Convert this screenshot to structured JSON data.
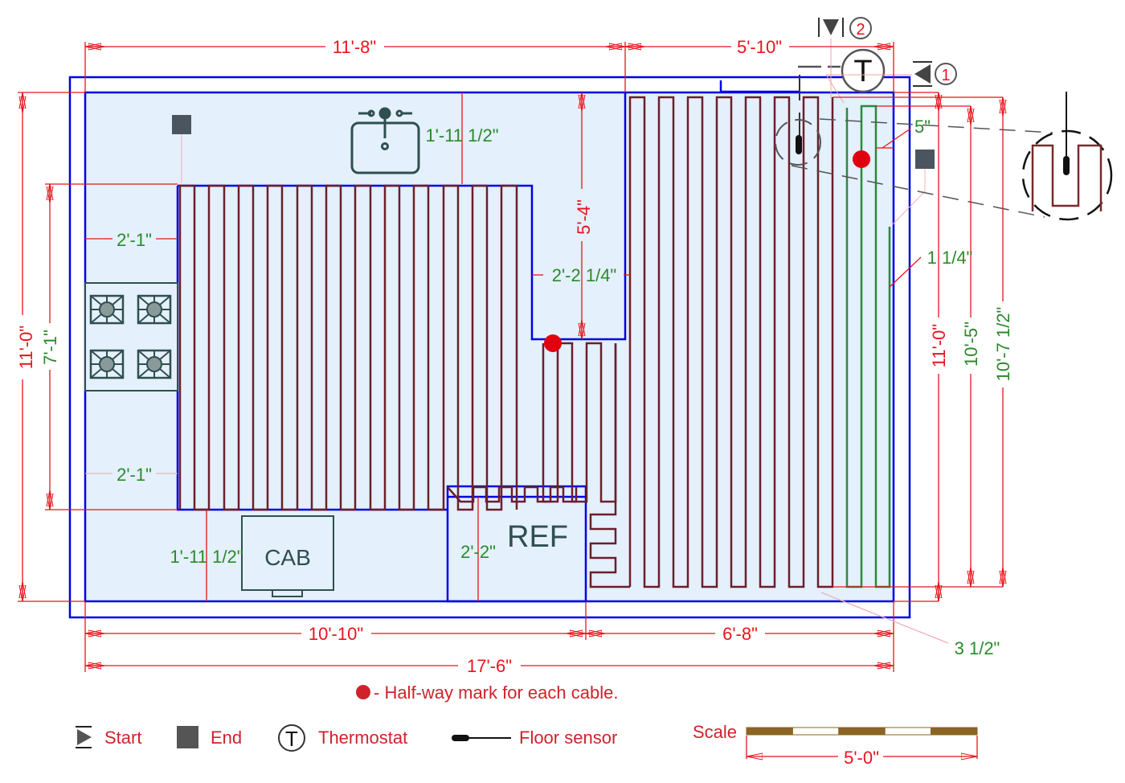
{
  "plan": {
    "labels": {
      "cabinet": "CAB",
      "refrigerator": "REF"
    },
    "dimensions_red": {
      "top_left_width": "11'-8\"",
      "top_right_width": "5'-10\"",
      "left_height": "11'-0\"",
      "alcove_height": "5'-4\"",
      "right_height": "11'-0\"",
      "bottom_left_width": "10'-10\"",
      "bottom_right_width": "6'-8\"",
      "total_width": "17'-6\""
    },
    "dimensions_green": {
      "cable_area_height_left": "7'-1\"",
      "top_offset_left": "2'-1\"",
      "bottom_offset_left": "2'-1\"",
      "sink_offset": "1'-11 1/2\"",
      "alcove_width": "2'-2 1/4\"",
      "cab_offset": "1'-11 1/2\"",
      "ref_offset": "2'-2\"",
      "green_cable_top_gap": "5\"",
      "green_cable_side_gap": "1 1/4\"",
      "cable_run_height_a": "10'-5\"",
      "cable_run_height_b": "10'-7 1/2\"",
      "bottom_gap": "3 1/2\""
    },
    "markers": {
      "start_1": "1",
      "start_2": "2",
      "thermostat_glyph": "T"
    },
    "colors": {
      "wall": "#0000e6",
      "floor": "#e4f0fc",
      "cable_1": "#6b1f2a",
      "cable_2": "#2a8a3a",
      "dimension": "#e8141c",
      "dimension_text_green": "#2a8a2a",
      "halfway_mark": "#e00010",
      "fixture": "#2f4f4f",
      "scale_dark": "#8a6422"
    }
  },
  "legend": {
    "halfway_note": "- Half-way mark for each cable.",
    "items": [
      {
        "icon": "start-icon",
        "label": "Start"
      },
      {
        "icon": "end-icon",
        "label": "End"
      },
      {
        "icon": "thermostat-icon",
        "label": "Thermostat"
      },
      {
        "icon": "floor-sensor-icon",
        "label": "Floor sensor"
      }
    ],
    "thermostat_glyph": "T"
  },
  "scale": {
    "label": "Scale",
    "length": "5'-0\""
  }
}
